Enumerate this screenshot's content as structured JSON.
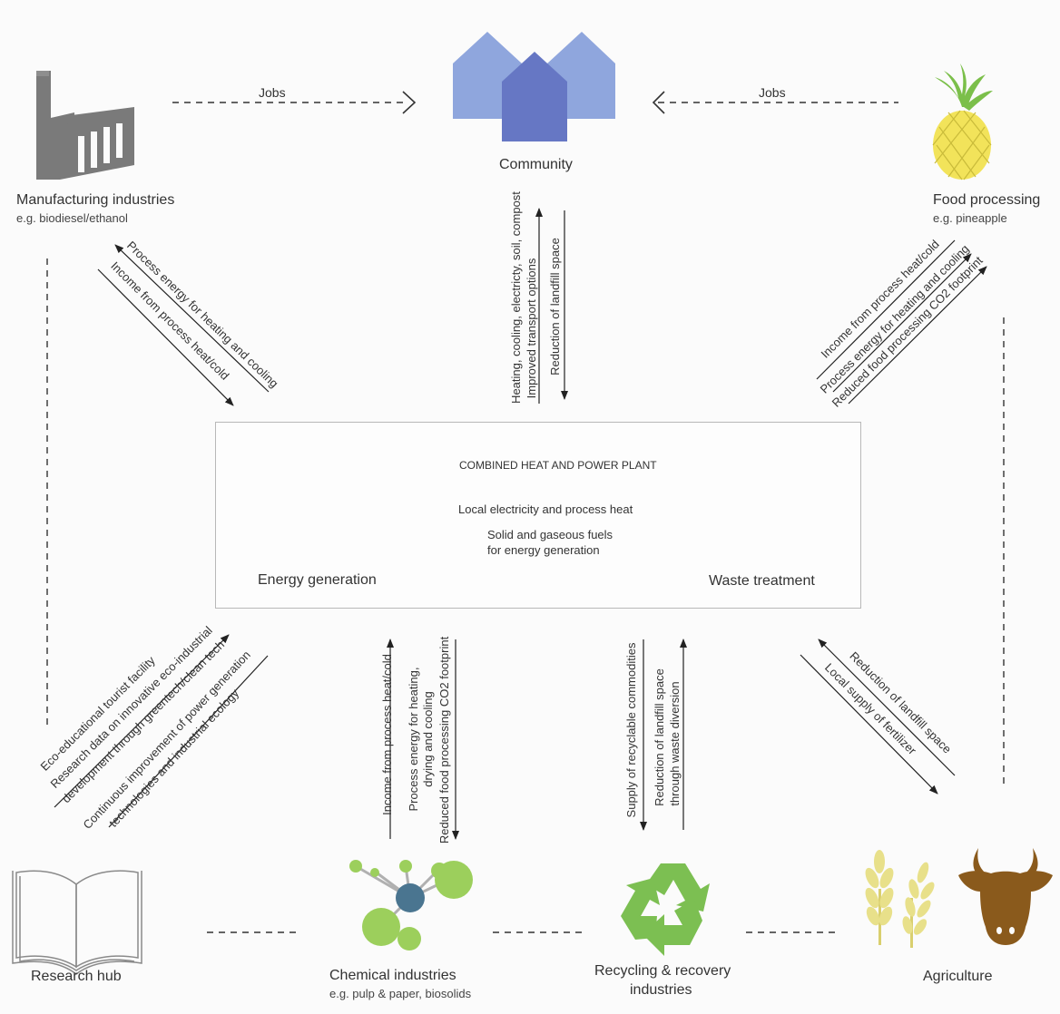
{
  "nodes": {
    "manufacturing": {
      "title": "Manufacturing industries",
      "sub": "e.g. biodiesel/ethanol",
      "icon": "factory-icon"
    },
    "community": {
      "title": "Community",
      "icon": "houses-icon"
    },
    "food": {
      "title": "Food processing",
      "sub": "e.g. pineapple",
      "icon": "pineapple-icon"
    },
    "energy": {
      "title": "Energy generation",
      "icon": "power-plant-icon"
    },
    "waste": {
      "title": "Waste treatment",
      "icon": "dump-truck-icon"
    },
    "research": {
      "title": "Research hub",
      "icon": "book-icon"
    },
    "chemical": {
      "title": "Chemical industries",
      "sub": "e.g. pulp & paper, biosolids",
      "icon": "molecule-icon"
    },
    "recycling": {
      "title": "Recycling & recovery",
      "title2": "industries",
      "icon": "recycle-icon"
    },
    "agriculture": {
      "title": "Agriculture",
      "icon": "wheat-cow-icon"
    }
  },
  "chp": {
    "title": "COMBINED HEAT AND POWER PLANT",
    "flow_right": "Local electricity and process heat",
    "flow_left_1": "Solid and gaseous fuels",
    "flow_left_2": "for energy generation"
  },
  "flows": {
    "jobs_left": "Jobs",
    "jobs_right": "Jobs",
    "community_1": "Heating, cooling, electricty, soil, compost",
    "community_2": "Improved transport options",
    "community_3": "Reduction of landfill space",
    "manu_1": "Process energy for heating and cooling",
    "manu_2": "Income from process heat/cold",
    "food_1": "Income from process heat/cold",
    "food_2": "Process energy for heating and cooling",
    "food_3": "Reduced food processing CO2 footprint",
    "research_1": "Eco-educational tourist facility",
    "research_2": "Research data on innovative eco-industrial",
    "research_3": "development through greentech/clean tech",
    "research_4": "Continuous improvement of power generation",
    "research_5": "technologies and industrial ecology",
    "chem_1": "Income from process heat/cold",
    "chem_2": "Process energy for heating,",
    "chem_3": "drying and cooling",
    "chem_4": "Reduced food processing CO2 footprint",
    "recy_1": "Supply of recyclable commodities",
    "recy_2": "Reduction of landfill space",
    "recy_3": "through waste diversion",
    "agri_1": "Reduction of landfill space",
    "agri_2": "Local supply of fertilizer"
  },
  "colors": {
    "factory": "#7a7a7a",
    "houses_light": "#8fa6dd",
    "houses_dark": "#6677c4",
    "pineapple": "#f2e35a",
    "pineapple_leaves": "#7bbf4a",
    "plant_circle": "#d6307a",
    "plant_grey": "#a9a9a9",
    "truck": "#7cbf52",
    "molecule_green": "#9ccf5c",
    "molecule_blue": "#4a7590",
    "recycle": "#7cbf52",
    "wheat": "#e8e08a",
    "cow": "#8a5a1c",
    "arrow": "#222222"
  }
}
